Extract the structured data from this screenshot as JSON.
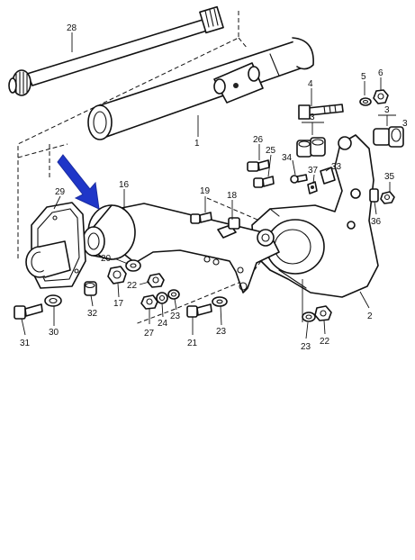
{
  "labels": {
    "l28": "28",
    "l1": "1",
    "l5": "5",
    "l6": "6",
    "l4": "4",
    "l3a": "3",
    "l3b": "3",
    "l3c": "3",
    "l26": "26",
    "l25": "25",
    "l34": "34",
    "l37": "37",
    "l33": "33",
    "l29": "29",
    "l16": "16",
    "l19": "19",
    "l18": "18",
    "l35": "35",
    "l36": "36",
    "l20": "20",
    "l22a": "22",
    "l2": "2",
    "l17": "17",
    "l32": "32",
    "l31": "31",
    "l30": "30",
    "l27": "27",
    "l24": "24",
    "l23a": "23",
    "l21": "21",
    "l23b": "23",
    "l23c": "23",
    "l22b": "22"
  },
  "colors": {
    "arrow": "#1f36c8",
    "ink": "#111111"
  }
}
